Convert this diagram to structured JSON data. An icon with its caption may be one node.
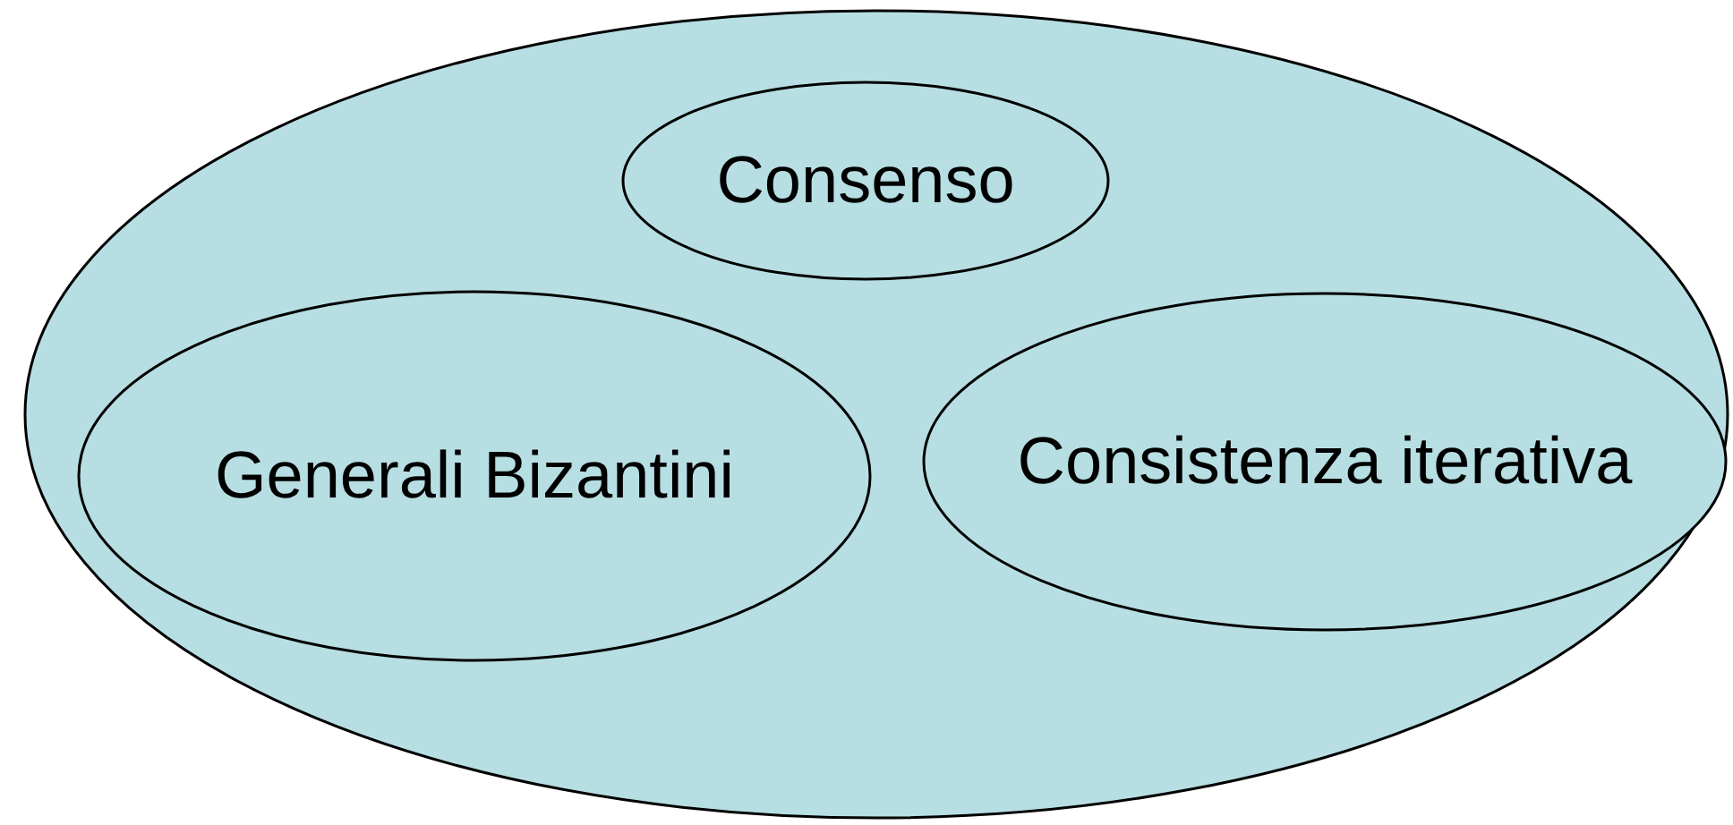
{
  "diagram": {
    "nodes": [
      {
        "text": [],
        "shape": "ellipse"
      },
      {
        "text": [
          "Consenso"
        ],
        "in": 0
      },
      {
        "text": [
          "Generali Bizantini"
        ],
        "in": 0
      },
      {
        "text": [
          "Consistenza iterativa"
        ],
        "in": 0
      }
    ]
  }
}
